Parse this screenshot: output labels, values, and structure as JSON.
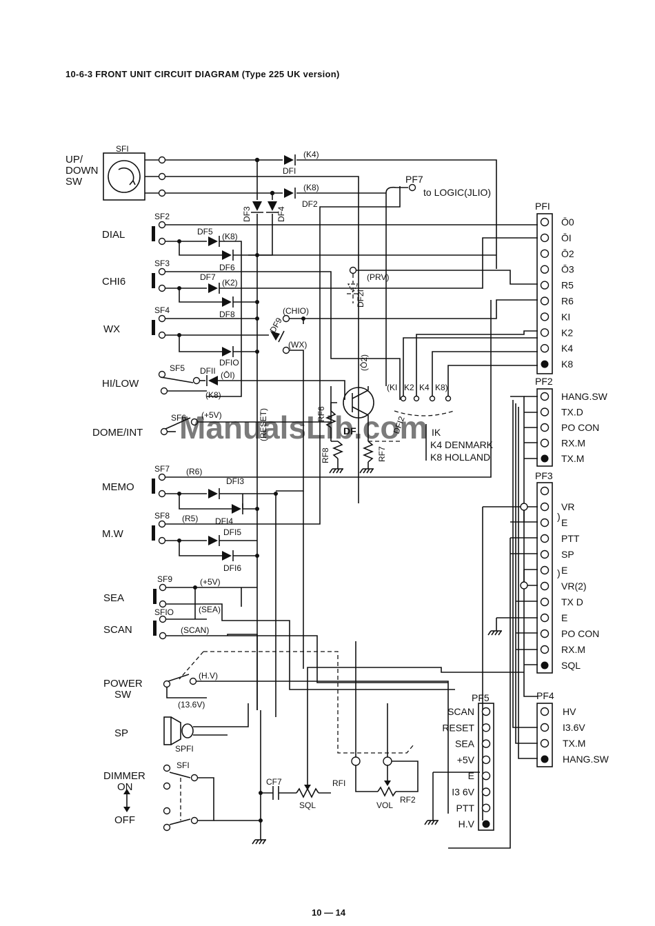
{
  "title": "10-6-3 FRONT UNIT CIRCUIT DIAGRAM (Type 225 UK version)",
  "page_number": "10 — 14",
  "watermark": "ManualsLib.com",
  "switch_labels": {
    "updown": [
      "UP/",
      "DOWN",
      "SW"
    ],
    "dial": "DIAL",
    "ch16": "CHI6",
    "wx": "WX",
    "hilow": "HI/LOW",
    "domeint": "DOME/INT",
    "memo": "MEMO",
    "mw": "M.W",
    "sea": "SEA",
    "scan": "SCAN",
    "powersw": [
      "POWER",
      "SW"
    ],
    "sp": "SP",
    "dimmer": [
      "DIMMER",
      "ON",
      "OFF"
    ]
  },
  "switch_refs": {
    "sf1": "SFI",
    "sf2": "SF2",
    "sf3": "SF3",
    "sf4": "SF4",
    "sf5": "SF5",
    "sf6": "SF6",
    "sf7": "SF7",
    "sf8": "SF8",
    "sf9": "SF9",
    "sf10": "SFIO",
    "sf1b": "SFI",
    "spf1": "SPFI"
  },
  "diode_refs": {
    "df1": "DFI",
    "df2": "DF2",
    "df3": "DF3",
    "df4": "DF4",
    "df5": "DF5",
    "df6": "DF6",
    "df7": "DF7",
    "df8": "DF8",
    "df9": "DF9",
    "df10": "DFIO",
    "df11": "DFII",
    "df12": "DFI2",
    "df13": "DFI3",
    "df14": "DFI4",
    "df15": "DFI5",
    "df16": "DFI6",
    "df21": "DF2I"
  },
  "net_labels": {
    "k4": "(K4)",
    "k8a": "(K8)",
    "k8b": "(K8)",
    "k2": "(K2)",
    "k8c": "(K8)",
    "o1": "(ŌI)",
    "o2": "(Ō2)",
    "prv": "(PRV)",
    "ch10": "(CHIO)",
    "wx": "(WX)",
    "plus5v_a": "(+5V)",
    "reset": "(RESET)",
    "r6": "(R6)",
    "r5": "(R5)",
    "plus5v_b": "(+5V)",
    "sea": "(SEA)",
    "scan": "(SCAN)",
    "hv": "(H.V)",
    "v136": "(13.6V)"
  },
  "pf7": {
    "ref": "PF7",
    "label": "to LOGIC(JLIO)"
  },
  "pf1": {
    "ref": "PFI",
    "pins": [
      "Ō0",
      "ŌI",
      "Ō2",
      "Ō3",
      "R5",
      "R6",
      "KI",
      "K2",
      "K4",
      "K8"
    ]
  },
  "pf2": {
    "ref": "PF2",
    "pins": [
      "HANG.SW",
      "TX.D",
      "PO CON",
      "RX.M",
      "TX.M"
    ]
  },
  "pf3": {
    "ref": "PF3",
    "pins": [
      "",
      "VR",
      "E",
      "PTT",
      "SP",
      "E",
      "VR(2)",
      "TX D",
      "E",
      "PO CON",
      "RX.M",
      "SQL"
    ]
  },
  "pf4": {
    "ref": "PF4",
    "pins": [
      "HV",
      "I3.6V",
      "TX.M",
      "HANG.SW"
    ]
  },
  "pf5": {
    "ref": "PF5",
    "pins": [
      "SCAN",
      "RESET",
      "SEA",
      "+5V",
      "E",
      "I3 6V",
      "PTT",
      "H.V"
    ]
  },
  "version_block": {
    "pads": [
      "(KI",
      "K2",
      "K4",
      "K8)"
    ],
    "lines": [
      "K4 DENMARK",
      "K8 HOLLAND"
    ],
    "partial": "IK"
  },
  "components": {
    "q": "DF",
    "rf6": "RF6",
    "rf7": "RF7",
    "rf8": "RF8",
    "rf1": "RFI",
    "rf2": "RF2",
    "sql": "SQL",
    "vol": "VOL",
    "cf7": "CF7"
  }
}
